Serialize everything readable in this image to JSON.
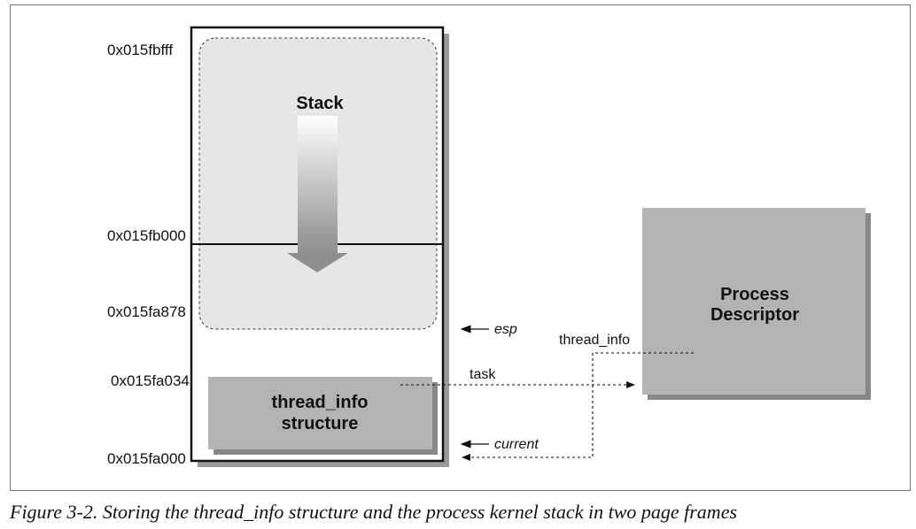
{
  "diagram": {
    "addresses": [
      "0x015fbfff",
      "0x015fb000",
      "0x015fa878",
      "0x015fa034",
      "0x015fa000"
    ],
    "stack_label": "Stack",
    "thread_info_box": [
      "thread_info",
      "structure"
    ],
    "process_descriptor": [
      "Process",
      "Descriptor"
    ],
    "pointers": {
      "esp": "esp",
      "current": "current",
      "task": "task",
      "thread_info": "thread_info"
    }
  },
  "caption": "Figure 3-2. Storing the thread_info structure and the process kernel stack in two page frames"
}
